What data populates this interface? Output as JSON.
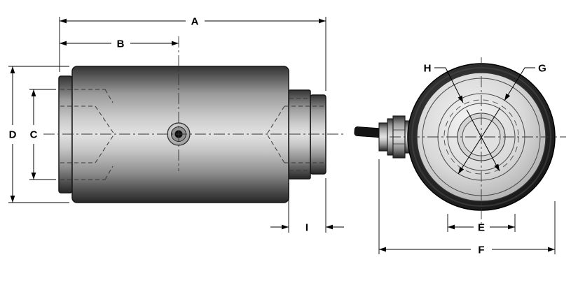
{
  "labels": {
    "a": "A",
    "b": "B",
    "c": "C",
    "d": "D",
    "e": "E",
    "f": "F",
    "g": "G",
    "h": "H",
    "i": "I"
  },
  "palette": {
    "background": "#ffffff",
    "line": "#000000",
    "metal_dark": "#262626",
    "metal_light": "#e2e2e2",
    "end_ring": "#1c1c1c"
  }
}
